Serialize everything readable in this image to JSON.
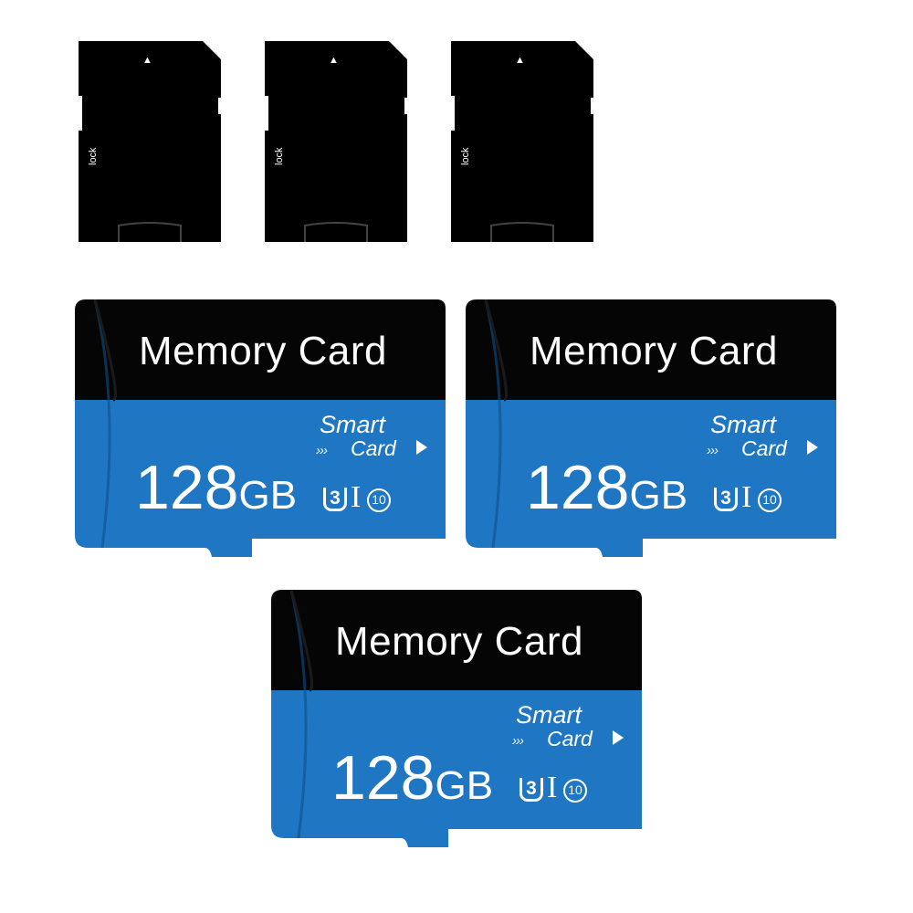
{
  "colors": {
    "card_blue": "#1f76c2",
    "card_black": "#050505",
    "adapter_black": "#000000",
    "text": "#ffffff"
  },
  "adapters": [
    {
      "lock_label": "lock",
      "arrow_icon": "triangle-up-icon"
    },
    {
      "lock_label": "lock",
      "arrow_icon": "triangle-up-icon"
    },
    {
      "lock_label": "lock",
      "arrow_icon": "triangle-up-icon"
    }
  ],
  "cards": [
    {
      "title": "Memory Card",
      "brand_line1": "Smart",
      "brand_chevrons": "›››",
      "brand_line2": "Card",
      "capacity_number": "128",
      "capacity_unit": "GB",
      "uhs_speed": "3",
      "uhs_numeral": "I",
      "speed_class": "10"
    },
    {
      "title": "Memory Card",
      "brand_line1": "Smart",
      "brand_chevrons": "›››",
      "brand_line2": "Card",
      "capacity_number": "128",
      "capacity_unit": "GB",
      "uhs_speed": "3",
      "uhs_numeral": "I",
      "speed_class": "10"
    },
    {
      "title": "Memory Card",
      "brand_line1": "Smart",
      "brand_chevrons": "›››",
      "brand_line2": "Card",
      "capacity_number": "128",
      "capacity_unit": "GB",
      "uhs_speed": "3",
      "uhs_numeral": "I",
      "speed_class": "10"
    }
  ]
}
